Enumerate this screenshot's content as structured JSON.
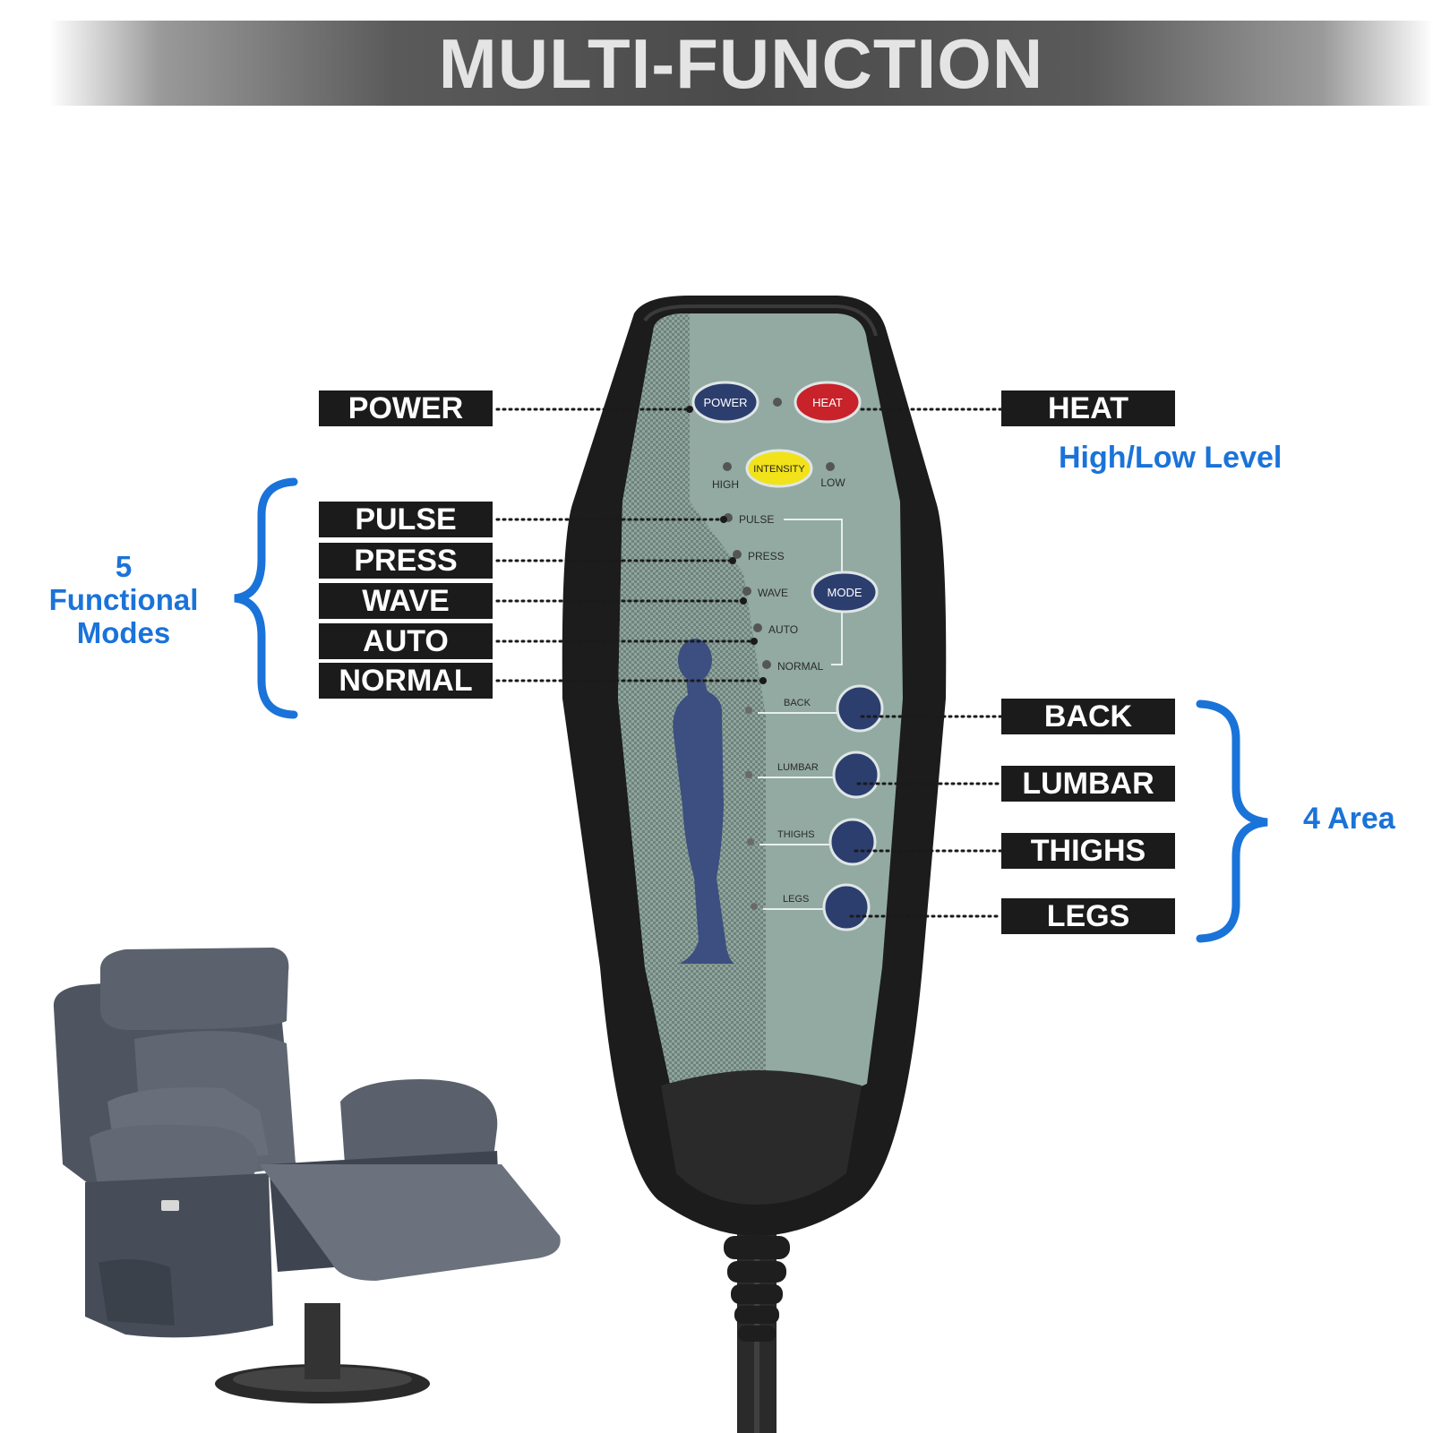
{
  "title": "MULTI-FUNCTION",
  "labels": {
    "power": "POWER",
    "heat": "HEAT",
    "pulse": "PULSE",
    "press": "PRESS",
    "wave": "WAVE",
    "auto": "AUTO",
    "normal": "NORMAL",
    "back": "BACK",
    "lumbar": "LUMBAR",
    "thighs": "THIGHS",
    "legs": "LEGS"
  },
  "annotations": {
    "heat_level": "High/Low Level",
    "modes_count": "5",
    "modes_line1": "Functional",
    "modes_line2": "Modes",
    "area": "4 Area"
  },
  "remote": {
    "power_button": "POWER",
    "heat_button": "HEAT",
    "intensity_button": "INTENSITY",
    "high": "HIGH",
    "low": "LOW",
    "mode_button": "MODE",
    "modes": [
      "PULSE",
      "PRESS",
      "WAVE",
      "AUTO",
      "NORMAL"
    ],
    "areas": [
      "BACK",
      "LUMBAR",
      "THIGHS",
      "LEGS"
    ]
  },
  "colors": {
    "accent_blue": "#1a73d9",
    "label_bg": "#1b1b1b",
    "panel": "#92aaa2",
    "heat_red": "#c8222a",
    "intensity_yellow": "#f2e21a",
    "button_navy": "#2c3e6e"
  }
}
